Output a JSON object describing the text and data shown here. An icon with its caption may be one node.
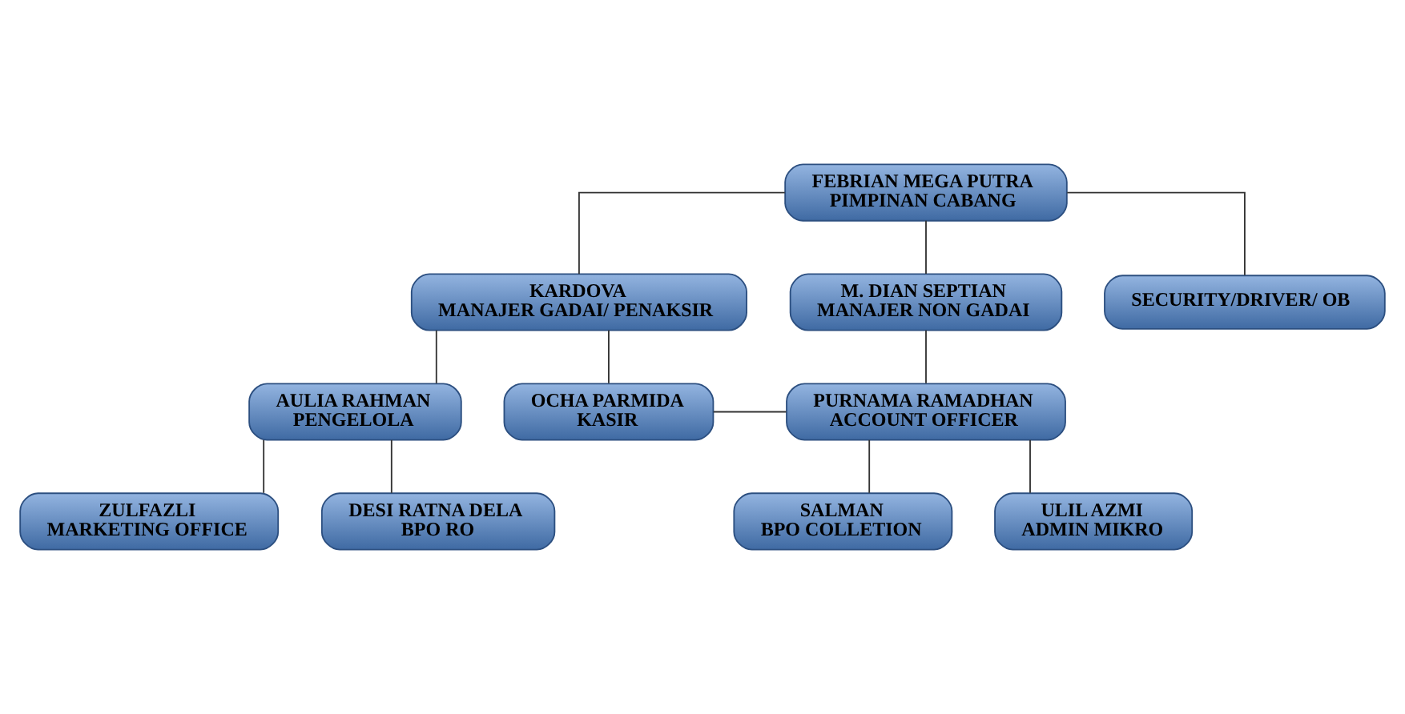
{
  "diagram": {
    "nodes": [
      {
        "text": [
          "FEBRIAN MEGA PUTRA",
          "PIMPINAN CABANG"
        ]
      },
      {
        "text": [
          "KARDOVA",
          "MANAJER GADAI/ PENAKSIR"
        ]
      },
      {
        "text": [
          "M. DIAN SEPTIAN",
          "MANAJER NON GADAI"
        ]
      },
      {
        "text": [
          "AULIA RAHMAN",
          "PENGELOLA"
        ]
      },
      {
        "text": [
          "OCHA PARMIDA",
          "KASIR"
        ]
      },
      {
        "text": [
          "PURNAMA RAMADHAN",
          "ACCOUNT OFFICER"
        ]
      },
      {
        "text": [
          "ZULFAZLI",
          "MARKETING OFFICE"
        ]
      },
      {
        "text": [
          "DESI RATNA DELA",
          "BPO RO"
        ]
      },
      {
        "text": [
          "SALMAN",
          "BPO COLLETION"
        ]
      },
      {
        "text": [
          "ULIL AZMI",
          "ADMIN MIKRO"
        ]
      },
      {
        "text": [
          "SECURITY/DRIVER/ OB"
        ]
      }
    ],
    "edges": [
      {
        "from": 0,
        "to": 1,
        "arrow": "none"
      },
      {
        "from": 0,
        "to": 2,
        "arrow": "none"
      },
      {
        "from": 0,
        "to": 10,
        "arrow": "none"
      },
      {
        "from": 1,
        "to": 3,
        "arrow": "none"
      },
      {
        "from": 1,
        "to": 4,
        "arrow": "none"
      },
      {
        "from": 4,
        "to": 5,
        "arrow": "none"
      },
      {
        "from": 2,
        "to": 5,
        "arrow": "none"
      },
      {
        "from": 3,
        "to": 6,
        "arrow": "none"
      },
      {
        "from": 3,
        "to": 7,
        "arrow": "none"
      },
      {
        "from": 5,
        "to": 8,
        "arrow": "none"
      },
      {
        "from": 5,
        "to": 9,
        "arrow": "none"
      }
    ]
  }
}
